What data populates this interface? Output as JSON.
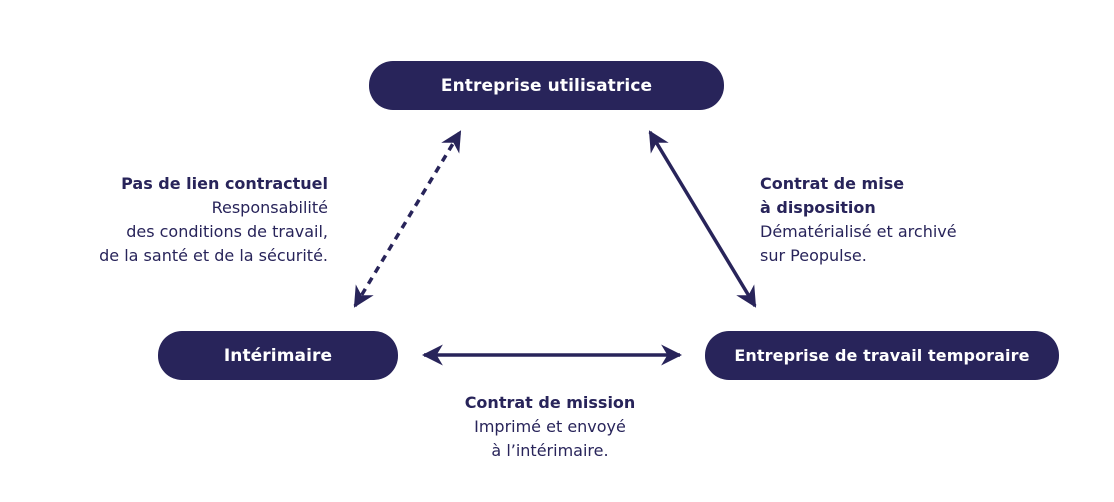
{
  "nodes": {
    "top": "Entreprise utilisatrice",
    "left": "Intérimaire",
    "right": "Entreprise de travail temporaire"
  },
  "labels": {
    "left": {
      "title": "Pas de lien contractuel",
      "lines": [
        "Responsabilité",
        "des conditions de travail,",
        "de la santé et de la sécurité."
      ]
    },
    "right": {
      "title_lines": [
        "Contrat de mise",
        "à disposition"
      ],
      "lines": [
        "Dématérialisé et archivé",
        "sur Peopulse."
      ]
    },
    "bottom": {
      "title": "Contrat de mission",
      "lines": [
        "Imprimé et envoyé",
        "à l’intérimaire."
      ]
    }
  },
  "colors": {
    "primary": "#28245a",
    "background": "#ffffff"
  }
}
